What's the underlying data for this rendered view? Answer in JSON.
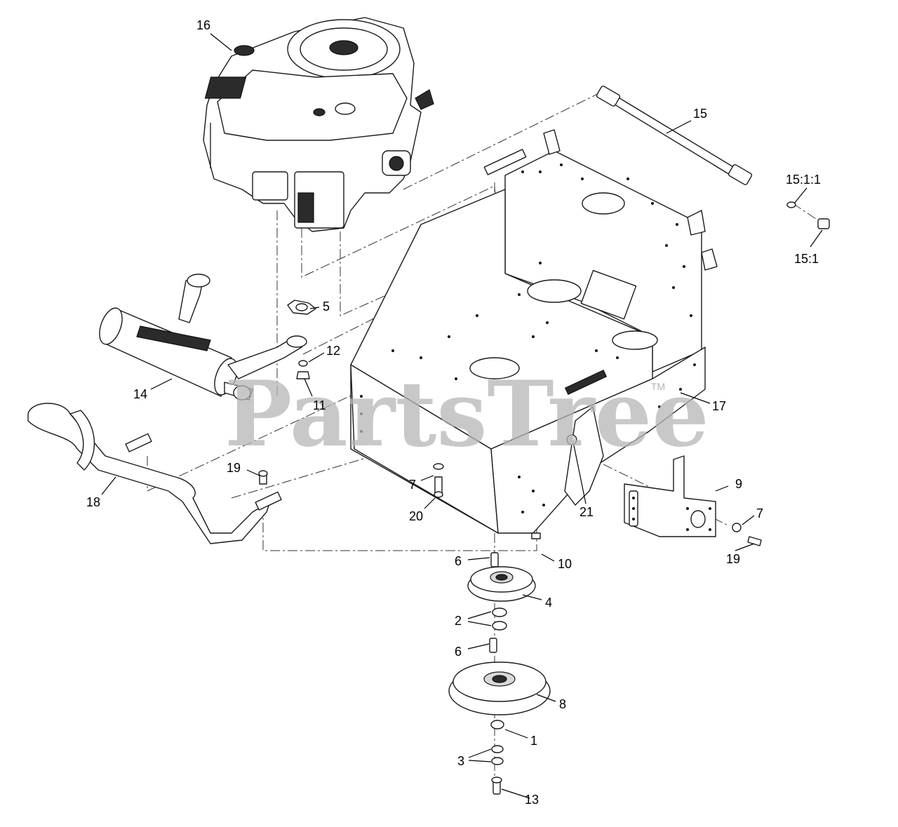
{
  "watermark": {
    "brand": "PartsTree",
    "mark": "TM"
  },
  "callouts": {
    "c16": "16",
    "c15": "15",
    "c15_1_1": "15:1:1",
    "c15_1": "15:1",
    "c5": "5",
    "c12": "12",
    "c11": "11",
    "c14": "14",
    "c17": "17",
    "c19a": "19",
    "c18": "18",
    "c7a": "7",
    "c20": "20",
    "c21": "21",
    "c9": "9",
    "c7b": "7",
    "c19b": "19",
    "c6a": "6",
    "c10": "10",
    "c4": "4",
    "c2": "2",
    "c6b": "6",
    "c8": "8",
    "c1": "1",
    "c3": "3",
    "c13": "13"
  }
}
